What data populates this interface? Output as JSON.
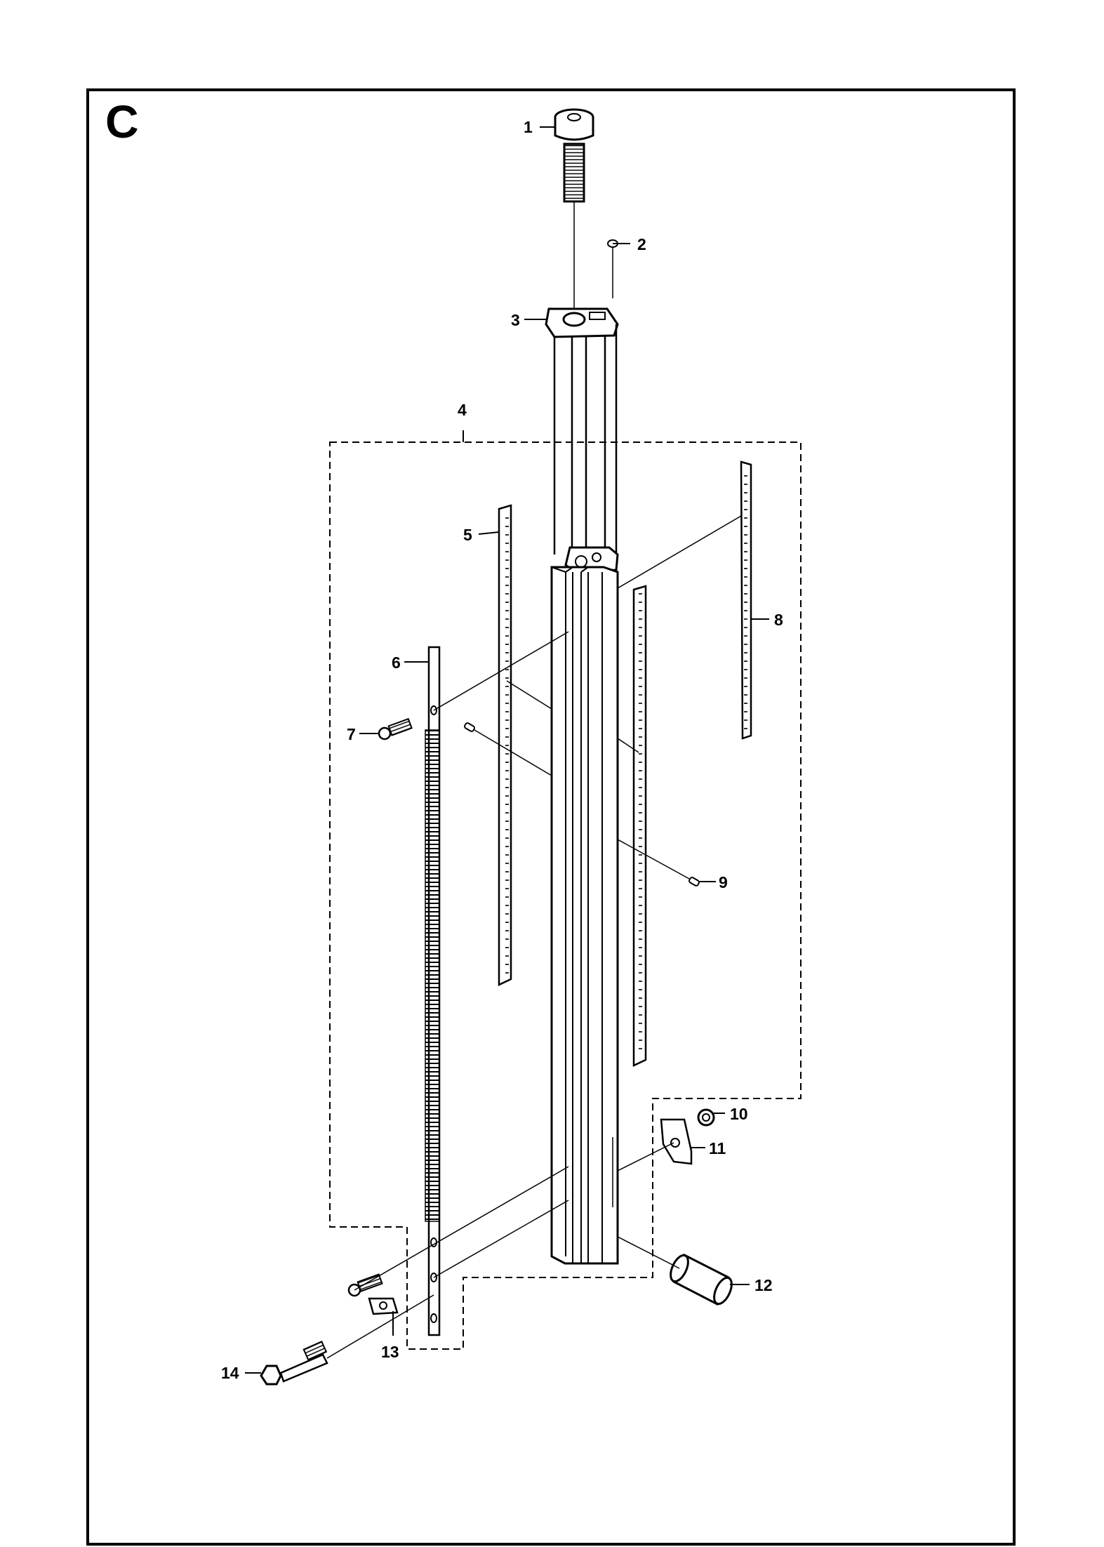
{
  "section_label": "C",
  "callouts": [
    {
      "id": "1",
      "label": "1"
    },
    {
      "id": "2",
      "label": "2"
    },
    {
      "id": "3",
      "label": "3"
    },
    {
      "id": "4",
      "label": "4"
    },
    {
      "id": "5",
      "label": "5"
    },
    {
      "id": "6",
      "label": "6"
    },
    {
      "id": "7",
      "label": "7"
    },
    {
      "id": "8",
      "label": "8"
    },
    {
      "id": "9",
      "label": "9"
    },
    {
      "id": "10",
      "label": "10"
    },
    {
      "id": "11",
      "label": "11"
    },
    {
      "id": "12",
      "label": "12"
    },
    {
      "id": "13",
      "label": "13"
    },
    {
      "id": "14",
      "label": "14"
    }
  ],
  "colors": {
    "line": "#000000",
    "background": "#ffffff",
    "metal": "#cccccc"
  }
}
